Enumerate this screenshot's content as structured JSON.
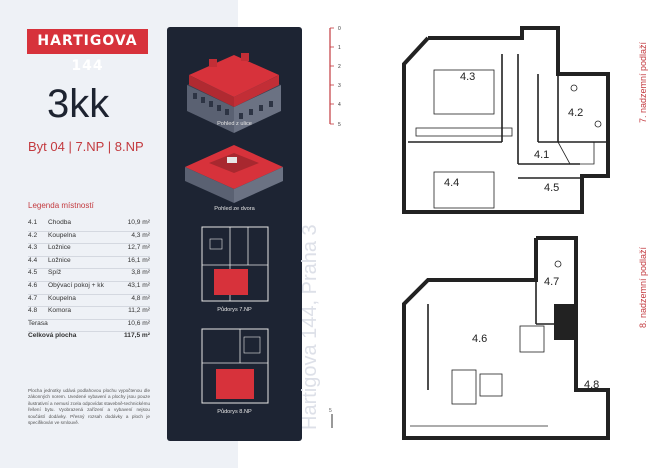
{
  "brand": "HARTIGOVA 144",
  "unit": {
    "type": "3kk",
    "subtitle": "Byt 04 | 7.NP | 8.NP"
  },
  "legend": {
    "title": "Legenda místností",
    "rooms": [
      {
        "num": "4.1",
        "name": "Chodba",
        "area": "10,9 m²"
      },
      {
        "num": "4.2",
        "name": "Koupelna",
        "area": "4,3 m²"
      },
      {
        "num": "4.3",
        "name": "Ložnice",
        "area": "12,7 m²"
      },
      {
        "num": "4.4",
        "name": "Ložnice",
        "area": "16,1 m²"
      },
      {
        "num": "4.5",
        "name": "Spíž",
        "area": "3,8 m²"
      },
      {
        "num": "4.6",
        "name": "Obývací pokoj + kk",
        "area": "43,1 m²"
      },
      {
        "num": "4.7",
        "name": "Koupelna",
        "area": "4,8 m²"
      },
      {
        "num": "4.8",
        "name": "Komora",
        "area": "11,2 m²"
      }
    ],
    "terrace": {
      "name": "Terasa",
      "area": "10,6 m²"
    },
    "total": {
      "name": "Celková plocha",
      "area": "117,5 m²"
    }
  },
  "disclaimer": "Plocha jednotky udává podlahovou plochu vypočtenou dle zákonných norem. Uvedené vybavení a plochy jsou pouze ilustrativní a nemusí zcela odpovídat stavebně-technickému řešení bytu. Vyobrazená zařízení a vybavení nejsou součástí dodávky. Přesný rozsah dodávky a ploch je specifikován ve smlouvě.",
  "views": {
    "street": "Pohled z ulice",
    "yard": "Pohled ze dvora",
    "plan7": "Půdorys 7.NP",
    "plan8": "Půdorys 8.NP"
  },
  "address_vertical": "Hartigova 144, Praha 3",
  "scale": {
    "ticks": [
      "0",
      "1",
      "2",
      "3",
      "4",
      "5"
    ],
    "bottom": "5"
  },
  "floors": {
    "f7": "7. nadzemní podlaží",
    "f8": "8. nadzemní podlaží"
  },
  "plan_labels": {
    "r43": "4.3",
    "r42": "4.2",
    "r41": "4.1",
    "r44": "4.4",
    "r45": "4.5",
    "r47": "4.7",
    "r46": "4.6",
    "r48": "4.8"
  },
  "colors": {
    "accent": "#d7323b",
    "dark_panel": "#1d2433",
    "text_dark": "#1d2330"
  }
}
